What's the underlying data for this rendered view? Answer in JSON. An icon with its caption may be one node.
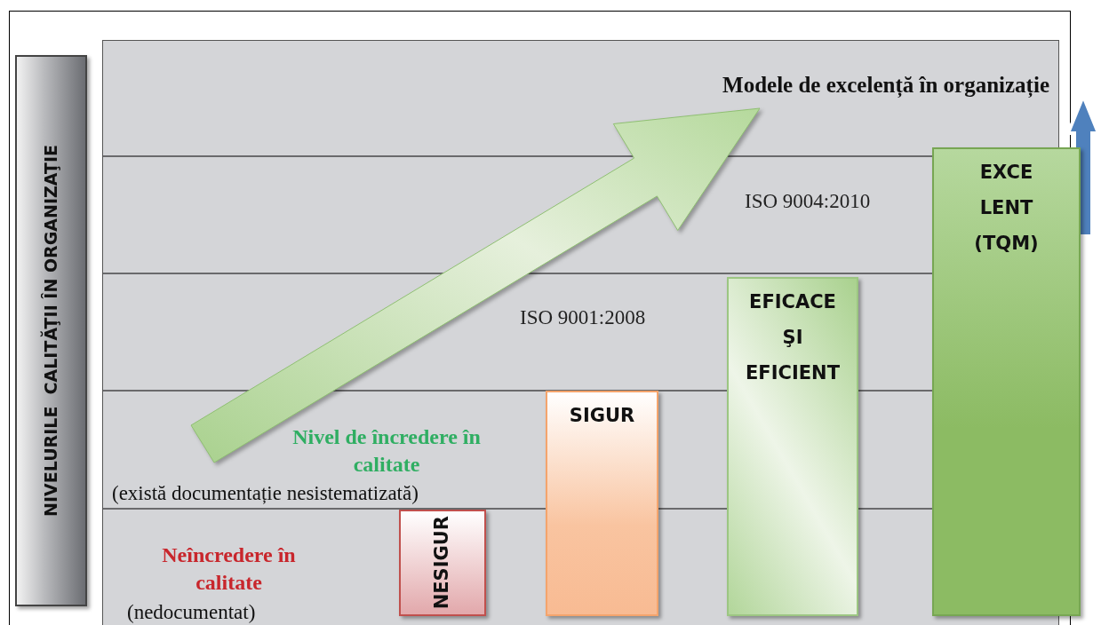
{
  "diagram": {
    "nodes": [
      {
        "text": [
          "NIVELURILE  CALITĂŢII ÎN ORGANIZAŢIE"
        ]
      },
      {
        "text": [
          "NESIGUR"
        ]
      },
      {
        "text": [
          "SIGUR"
        ]
      },
      {
        "text": [
          "EFICACE ŞI EFICIENT"
        ]
      },
      {
        "text": [
          "EXCE LENT (TQM)"
        ]
      }
    ],
    "labels": [
      "Modele de excelență în organizație",
      "ISO 9004:2010",
      "ISO 9001:2008",
      "Nivel de încredere în calitate",
      "(există documentație nesistematizată)",
      "Neîncredere în calitate",
      "(nedocumentat)"
    ]
  }
}
